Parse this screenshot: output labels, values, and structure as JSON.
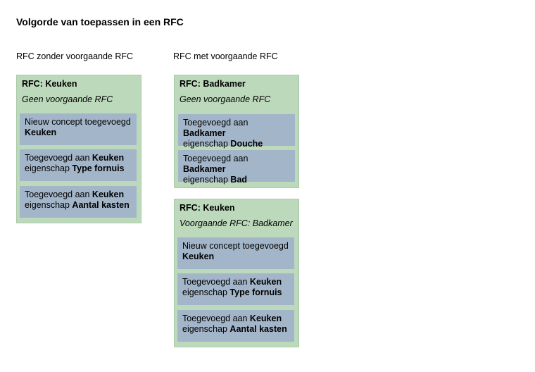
{
  "title": "Volgorde van toepassen in een RFC",
  "columns": {
    "left_label": "RFC zonder voorgaande RFC",
    "right_label": "RFC met voorgaande RFC"
  },
  "rfc_keuken_left": {
    "title": "RFC: Keuken",
    "previous": "Geen voorgaande RFC",
    "items": [
      {
        "pre": "Nieuw concept toegevoegd",
        "bold1": "",
        "mid": "",
        "bold2": "Keuken"
      },
      {
        "pre": "Toegevoegd aan ",
        "bold1": "Keuken",
        "mid": "eigenschap ",
        "bold2": "Type fornuis"
      },
      {
        "pre": "Toegevoegd aan ",
        "bold1": "Keuken",
        "mid": "eigenschap ",
        "bold2": "Aantal kasten"
      }
    ]
  },
  "rfc_badkamer": {
    "title": "RFC: Badkamer",
    "previous": "Geen voorgaande RFC",
    "items": [
      {
        "pre": "Toegevoegd aan ",
        "bold1": "Badkamer",
        "mid": "eigenschap ",
        "bold2": "Douche"
      },
      {
        "pre": "Toegevoegd aan ",
        "bold1": "Badkamer",
        "mid": "eigenschap ",
        "bold2": "Bad"
      }
    ]
  },
  "rfc_keuken_right": {
    "title": "RFC: Keuken",
    "previous": "Voorgaande RFC: Badkamer",
    "items": [
      {
        "pre": "Nieuw concept toegevoegd",
        "bold1": "",
        "mid": "",
        "bold2": "Keuken"
      },
      {
        "pre": "Toegevoegd aan ",
        "bold1": "Keuken",
        "mid": "eigenschap ",
        "bold2": "Type fornuis"
      },
      {
        "pre": "Toegevoegd aan ",
        "bold1": "Keuken",
        "mid": "eigenschap ",
        "bold2": "Aantal kasten"
      }
    ]
  }
}
